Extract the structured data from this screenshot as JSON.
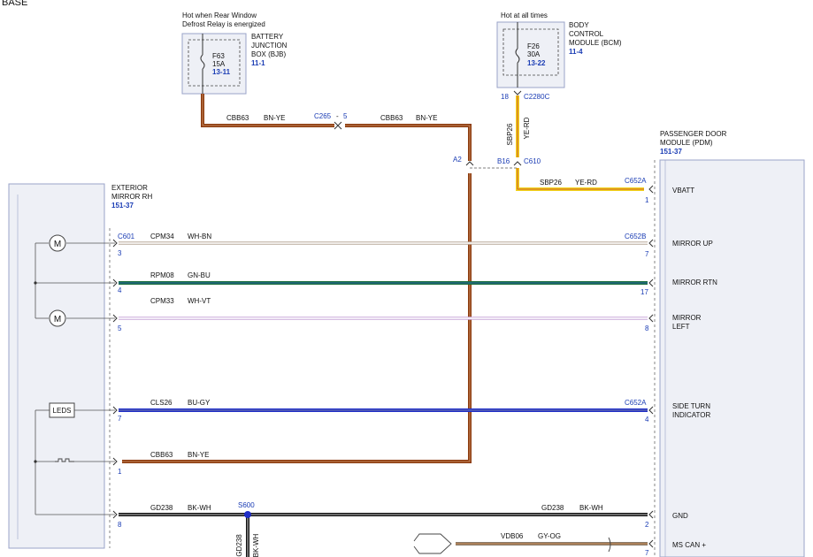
{
  "header": {
    "corner_label": "BASE"
  },
  "bjb": {
    "note_line1": "Hot when Rear Window",
    "note_line2": "Defrost Relay is energized",
    "name_line1": "BATTERY",
    "name_line2": "JUNCTION",
    "name_line3": "BOX (BJB)",
    "ref": "11-1",
    "fuse_id": "F63",
    "fuse_rating": "15A",
    "fuse_ref": "13-11"
  },
  "bcm": {
    "note": "Hot at all times",
    "name_line1": "BODY",
    "name_line2": "CONTROL",
    "name_line3": "MODULE (BCM)",
    "ref": "11-4",
    "fuse_id": "F26",
    "fuse_rating": "30A",
    "fuse_ref": "13-22",
    "pin": "18",
    "connector": "C2280C"
  },
  "sbp26": {
    "circuit": "SBP26",
    "color": "YE-RD",
    "pin_b16": "B16",
    "connector_c610": "C610",
    "pin_a2": "A2"
  },
  "c265": {
    "label": "C265",
    "dash": "-",
    "pin": "5"
  },
  "cbb63_top": {
    "left_circuit": "CBB63",
    "left_color": "BN-YE",
    "right_circuit": "CBB63",
    "right_color": "BN-YE"
  },
  "mirror": {
    "name_line1": "EXTERIOR",
    "name_line2": "MIRROR RH",
    "ref": "151-37",
    "connector": "C601",
    "motor_symbol": "M",
    "leds_label": "LEDS"
  },
  "pdm": {
    "name_line1": "PASSENGER DOOR",
    "name_line2": "MODULE (PDM)",
    "ref": "151-37"
  },
  "wires": [
    {
      "circuit": "SBP26",
      "color": "YE-RD",
      "pdm_connector": "C652A",
      "pdm_pin": "1",
      "pdm_label": "VBATT",
      "pdm_label2": ""
    },
    {
      "circuit": "CPM34",
      "color": "WH-BN",
      "mirror_pin": "3",
      "pdm_connector": "C652B",
      "pdm_pin": "7",
      "pdm_label": "MIRROR UP",
      "pdm_label2": ""
    },
    {
      "circuit": "RPM08",
      "color": "GN-BU",
      "mirror_pin": "4",
      "pdm_pin": "17",
      "pdm_label": "MIRROR RTN",
      "pdm_label2": ""
    },
    {
      "circuit": "CPM33",
      "color": "WH-VT",
      "mirror_pin": "5",
      "pdm_pin": "8",
      "pdm_label": "MIRROR",
      "pdm_label2": "LEFT"
    },
    {
      "circuit": "CLS26",
      "color": "BU-GY",
      "mirror_pin": "7",
      "pdm_connector": "C652A",
      "pdm_pin": "4",
      "pdm_label": "SIDE TURN",
      "pdm_label2": "INDICATOR"
    },
    {
      "circuit": "CBB63",
      "color": "BN-YE",
      "mirror_pin": "1"
    },
    {
      "circuit": "GD238",
      "color": "BK-WH",
      "mirror_pin": "8",
      "right_circuit": "GD238",
      "right_color": "BK-WH",
      "pdm_pin": "2",
      "pdm_label": "GND",
      "pdm_label2": ""
    },
    {
      "circuit": "VDB06",
      "color": "GY-OG",
      "pdm_pin": "7",
      "pdm_label": "MS CAN +",
      "pdm_label2": ""
    }
  ],
  "splice": {
    "label": "S600",
    "down_circuit": "GD238",
    "down_color": "BK-WH"
  },
  "colors": {
    "brown": "#8b3a0e",
    "brown_light": "#d9a074",
    "yellow": "#f2d21a",
    "red": "#c0392b",
    "green": "#1a6e3c",
    "blue": "#1f2ec8",
    "black": "#111111",
    "gray_wire": "#8a7b6a",
    "module_fill": "#eef0f6",
    "module_border": "#9aa3c8",
    "pin_blue": "#1a3cb4"
  }
}
